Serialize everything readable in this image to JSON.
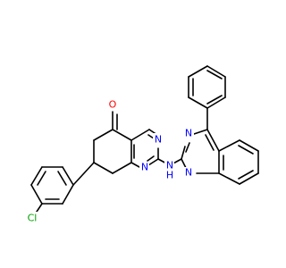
{
  "atoms": {
    "carbonyl_oxygen": "O",
    "pyrimidine_n_top": "N",
    "pyrimidine_n_bottom": "N",
    "amine_n": "N",
    "amine_h": "H",
    "quinazoline_n_top": "N",
    "quinazoline_n_bottom": "N",
    "chlorine": "Cl"
  },
  "colors": {
    "bond": "#000000",
    "nitrogen": "#0000ff",
    "oxygen": "#ff0000",
    "chlorine": "#00a000",
    "background": "#ffffff"
  }
}
